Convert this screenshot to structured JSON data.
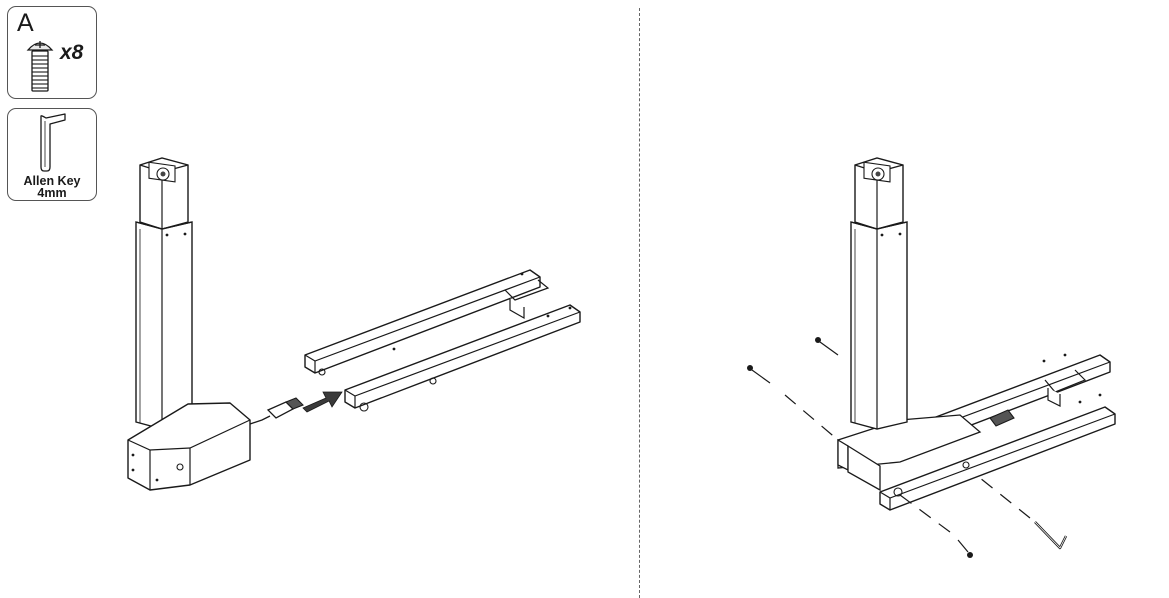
{
  "parts": {
    "screw": {
      "letter": "A",
      "quantity": "x8",
      "icon": "bolt-icon"
    },
    "allen_key": {
      "label_line1": "Allen Key",
      "label_line2": "4mm",
      "icon": "allen-key-icon"
    }
  },
  "steps": [
    {
      "name": "connect-motor-cable",
      "icons": [
        "leg-column",
        "motor-housing",
        "cable-plug",
        "push-arrow",
        "side-rails"
      ]
    },
    {
      "name": "fasten-rails-to-leg",
      "icons": [
        "leg-column",
        "rail-assembly",
        "screws",
        "allen-key"
      ]
    }
  ],
  "colors": {
    "line": "#1a1a1a",
    "box_border": "#555555",
    "arrow": "#3a3a3a"
  }
}
